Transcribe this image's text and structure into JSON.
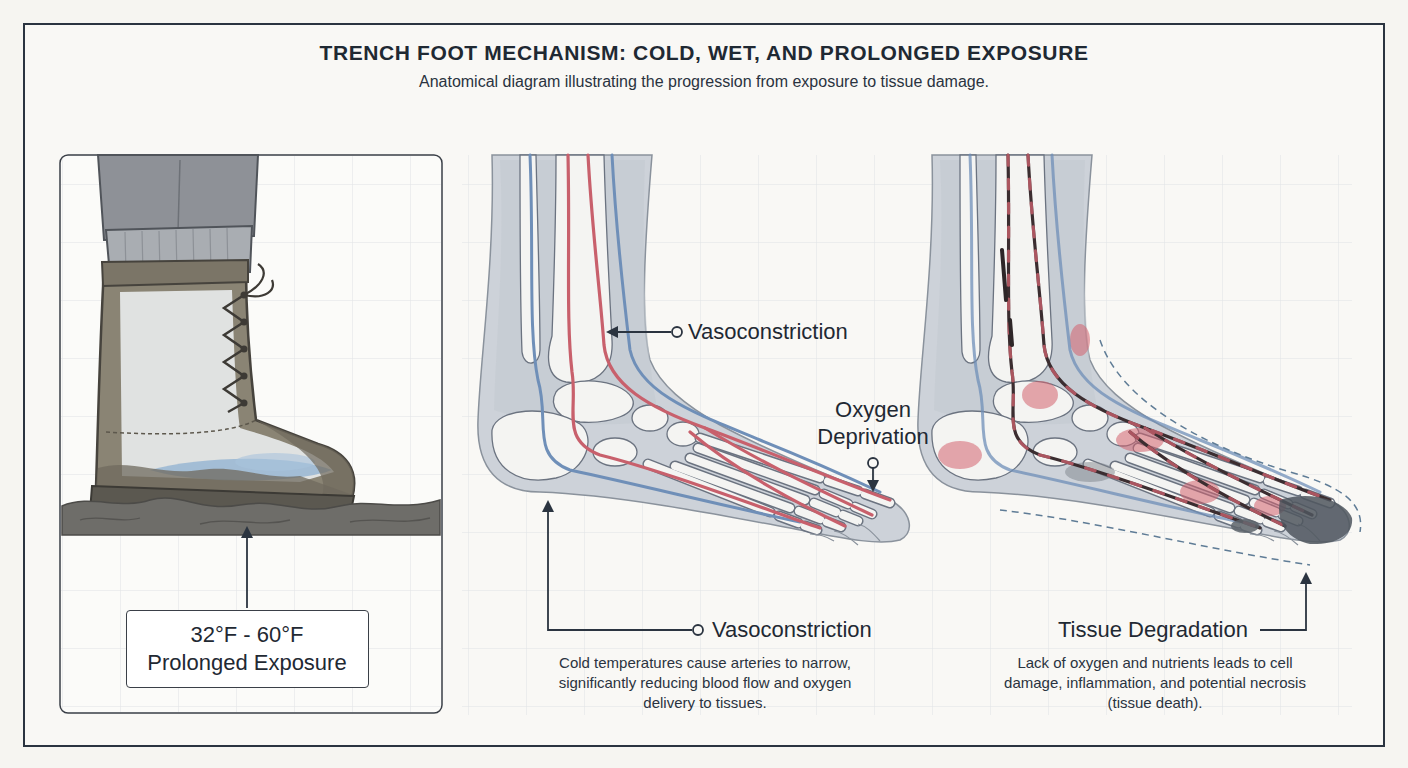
{
  "diagram": {
    "title": "TRENCH FOOT MECHANISM: COLD, WET, AND PROLONGED EXPOSURE",
    "caption": "Anatomical diagram illustrating the progression from exposure to tissue damage.",
    "nodes": [
      {
        "text": [
          "32°F - 60°F Prolonged Exposure"
        ]
      }
    ],
    "labels": [
      "Vasoconstriction",
      "Oxygen Deprivation",
      "Vasoconstriction",
      "Cold temperatures cause arteries to narrow, significantly reducing blood flow and oxygen delivery to tissues.",
      "Tissue Degradation",
      "Lack of oxygen and nutrients leads to cell damage, inflammation, and potential necrosis (tissue death)."
    ]
  }
}
